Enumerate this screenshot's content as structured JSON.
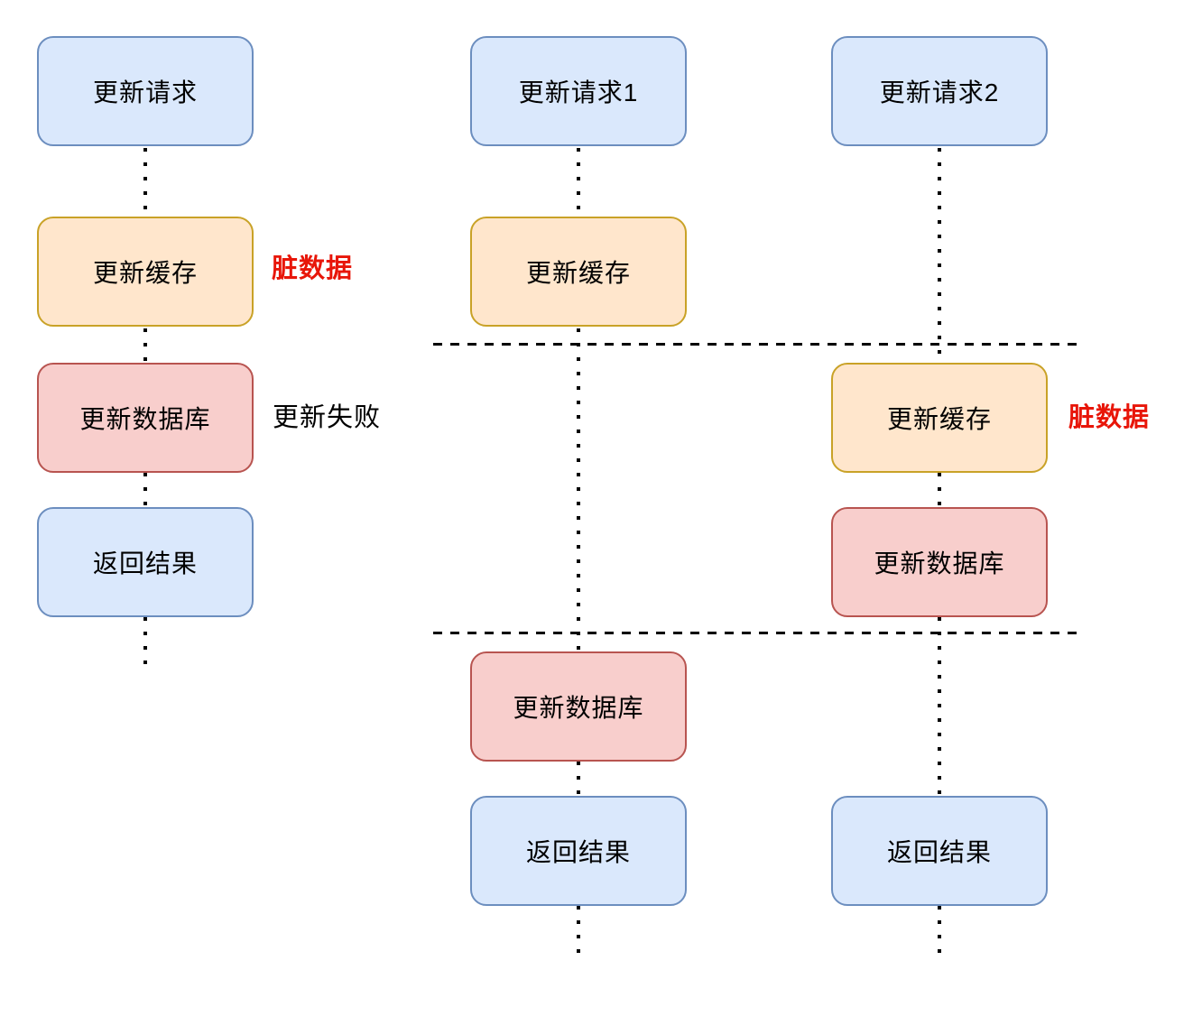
{
  "colors": {
    "blue_fill": "#dae8fc",
    "blue_stroke": "#6c8ebf",
    "orange_fill": "#ffe6cc",
    "orange_stroke": "#c9a227",
    "red_fill": "#f8cecc",
    "red_stroke": "#b85450",
    "annotation_red": "#e81609",
    "text_black": "#000000",
    "line_black": "#000000"
  },
  "lanes": [
    {
      "nodes": [
        {
          "label": "更新请求"
        },
        {
          "label": "更新缓存",
          "annotation": "脏数据"
        },
        {
          "label": "更新数据库",
          "annotation": "更新失败"
        },
        {
          "label": "返回结果"
        }
      ]
    },
    {
      "nodes": [
        {
          "label": "更新请求1"
        },
        {
          "label": "更新缓存"
        },
        {
          "label": "更新数据库"
        },
        {
          "label": "返回结果"
        }
      ]
    },
    {
      "nodes": [
        {
          "label": "更新请求2"
        },
        {
          "label": "更新缓存",
          "annotation": "脏数据"
        },
        {
          "label": "更新数据库"
        },
        {
          "label": "返回结果"
        }
      ]
    }
  ]
}
